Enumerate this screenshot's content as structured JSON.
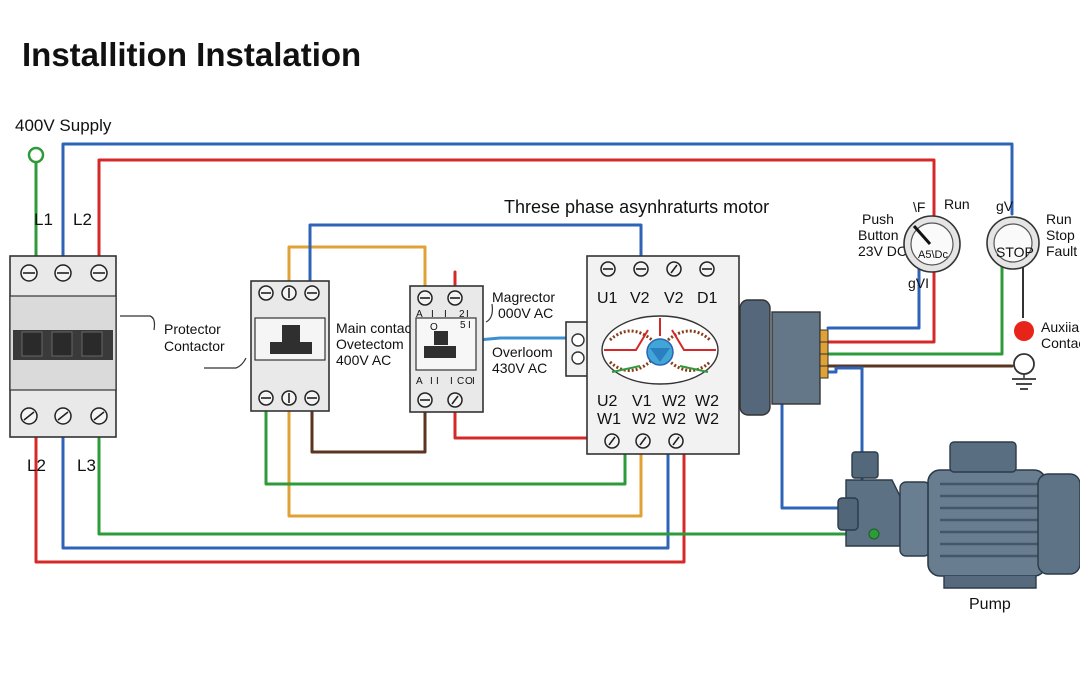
{
  "title": "Installition Instalation",
  "supply": {
    "label": "400V Supply"
  },
  "breaker": {
    "top_labels": [
      "L1",
      "L2"
    ],
    "bottom_labels": [
      "L2",
      "L3"
    ]
  },
  "protector": {
    "lines": [
      "Protector",
      "Contactor"
    ]
  },
  "main_contactor": {
    "lines": [
      "Main contact",
      "Ovetectom",
      "400V AC"
    ]
  },
  "magnetic": {
    "lines": [
      "Magrector",
      "000V AC"
    ],
    "overload_lines": [
      "Overloom",
      "430V AC"
    ],
    "terminal_marks": [
      "A",
      "I",
      "I",
      "2",
      "I",
      "5",
      "I",
      "A",
      "I",
      "I",
      "I",
      "C",
      "O",
      "I",
      "O"
    ]
  },
  "motor": {
    "title": "Threse phase asynhraturts motor",
    "top_terminals": [
      "U1",
      "V2",
      "V2",
      "D1"
    ],
    "bottom_terminals": [
      "U2",
      "V1",
      "W2",
      "W2",
      "W1",
      "W2",
      "W2",
      "W2"
    ]
  },
  "push_button": {
    "lines": [
      "Push",
      "Button",
      "23V DC"
    ],
    "dial_text": "A5\\Dc",
    "top_marks": [
      "\\F",
      "Run"
    ],
    "bottom_mark": "gVI"
  },
  "stop_button": {
    "label": "STOP",
    "top_mark": "gV",
    "side_lines": [
      "Run",
      "Stop",
      "Fault"
    ]
  },
  "auxiliary": {
    "lines": [
      "Auxiial",
      "Contac"
    ],
    "lamp_color": "#e8231a"
  },
  "pump": {
    "label": "Pump"
  },
  "colors": {
    "red": "#d62828",
    "blue": "#2e63b8",
    "green": "#2e9b3a",
    "orange": "#e0a135",
    "brown": "#5a3520",
    "light_blue": "#3c8fd0"
  }
}
